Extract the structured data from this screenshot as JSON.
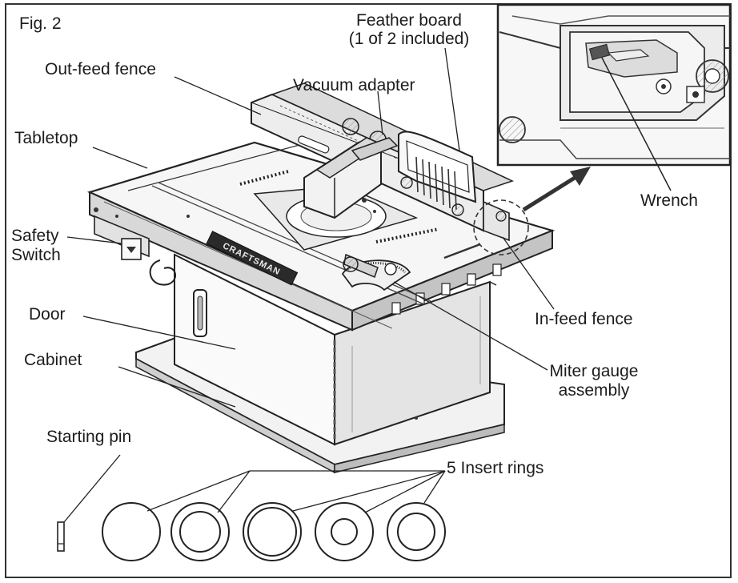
{
  "figure": {
    "fig_label": "Fig. 2",
    "labels": {
      "feather_board_line1": "Feather board",
      "feather_board_line2": "(1 of 2 included)",
      "out_feed_fence": "Out-feed fence",
      "vacuum_adapter": "Vacuum adapter",
      "tabletop": "Tabletop",
      "safety_switch_line1": "Safety",
      "safety_switch_line2": "Switch",
      "door": "Door",
      "cabinet": "Cabinet",
      "wrench": "Wrench",
      "in_feed_fence": "In-feed fence",
      "miter_gauge_line1": "Miter gauge",
      "miter_gauge_line2": "assembly",
      "starting_pin": "Starting pin",
      "insert_rings": "5 Insert rings"
    },
    "brand_plate": "CRAFTSMAN",
    "colors": {
      "line": "#2a2a2a",
      "fill_light": "#f4f4f4",
      "fill_mid": "#d9d9d9",
      "fill_dark": "#9a9a9a"
    }
  }
}
